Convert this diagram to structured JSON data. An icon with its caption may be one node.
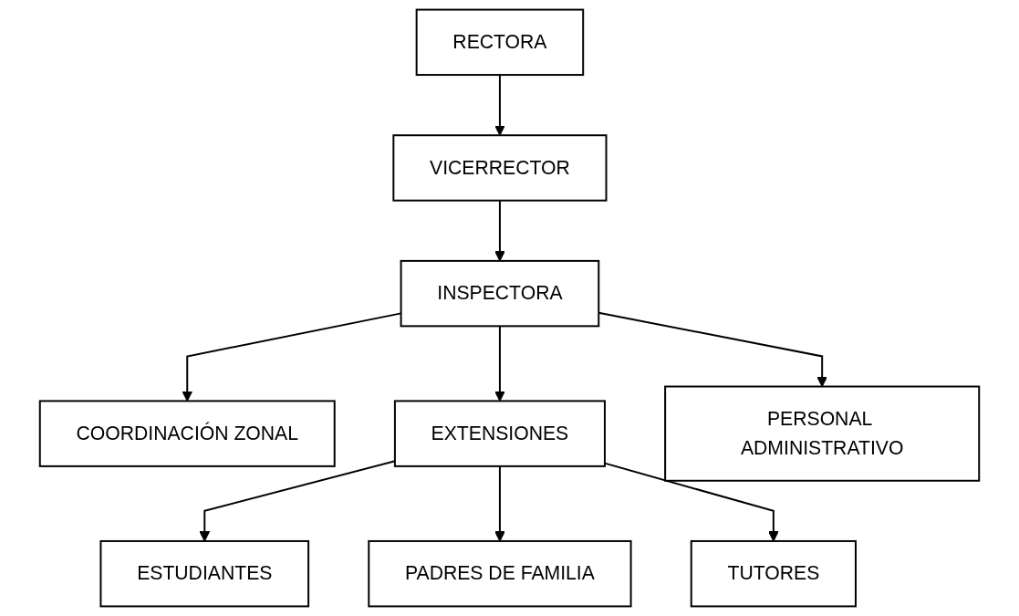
{
  "diagram": {
    "nodes": [
      {
        "text": [
          "RECTORA"
        ]
      },
      {
        "text": [
          "VICERRECTOR"
        ]
      },
      {
        "text": [
          "INSPECTORA"
        ]
      },
      {
        "text": [
          "COORDINACIÓN ZONAL"
        ]
      },
      {
        "text": [
          "EXTENSIONES"
        ]
      },
      {
        "text": [
          "PERSONAL ADMINISTRATIVO"
        ]
      },
      {
        "text": [
          "ESTUDIANTES"
        ]
      },
      {
        "text": [
          "PADRES DE FAMILIA"
        ]
      },
      {
        "text": [
          "TUTORES"
        ]
      }
    ],
    "edges": [
      {
        "from": 0,
        "to": 1,
        "arrow": "to"
      },
      {
        "from": 1,
        "to": 2,
        "arrow": "to"
      },
      {
        "from": 2,
        "to": 3,
        "arrow": "to"
      },
      {
        "from": 2,
        "to": 4,
        "arrow": "to"
      },
      {
        "from": 2,
        "to": 5,
        "arrow": "to"
      },
      {
        "from": 4,
        "to": 6,
        "arrow": "to"
      },
      {
        "from": 4,
        "to": 7,
        "arrow": "to"
      },
      {
        "from": 4,
        "to": 8,
        "arrow": "to"
      }
    ]
  }
}
